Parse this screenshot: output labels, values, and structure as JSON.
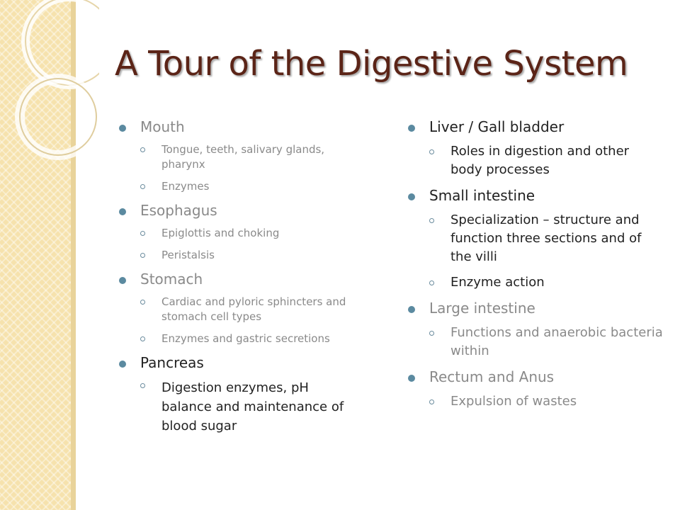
{
  "title": "A Tour of the Digestive System",
  "colors": {
    "title": "#5b2417",
    "bullet": "#5b8aa0",
    "light_text": "#8a8a8a",
    "dark_text": "#222222",
    "side_panel": "#f6e2ad"
  },
  "left_column": [
    {
      "label": "Mouth",
      "sub": [
        "Tongue, teeth, salivary glands, pharynx",
        "Enzymes"
      ]
    },
    {
      "label": "Esophagus",
      "sub": [
        "Epiglottis and choking",
        "Peristalsis"
      ]
    },
    {
      "label": "Stomach",
      "sub": [
        "Cardiac and pyloric sphincters and stomach cell types",
        "Enzymes and gastric secretions"
      ]
    },
    {
      "label": "Pancreas",
      "sub": [
        "Digestion enzymes, pH balance and maintenance of blood sugar"
      ]
    }
  ],
  "right_column": [
    {
      "label": "Liver / Gall bladder",
      "sub": [
        "Roles in digestion and other body processes"
      ]
    },
    {
      "label": "Small intestine",
      "sub": [
        "Specialization – structure and function three sections and of the villi",
        "Enzyme action"
      ]
    },
    {
      "label": "Large intestine",
      "sub": [
        "Functions and anaerobic bacteria within"
      ]
    },
    {
      "label": "Rectum and Anus",
      "sub": [
        "Expulsion of wastes"
      ]
    }
  ]
}
